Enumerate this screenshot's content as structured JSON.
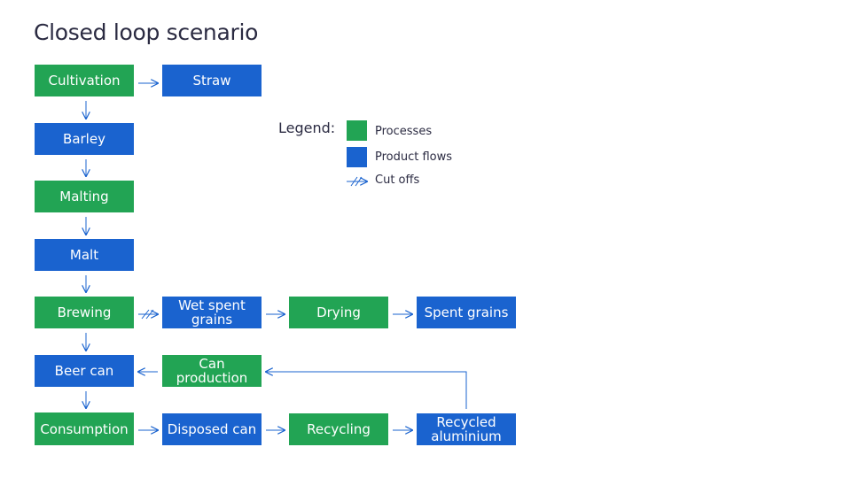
{
  "title": "Closed loop scenario",
  "colors": {
    "process": "#22a454",
    "product_flow": "#1a63cf",
    "arrow": "#1a63cf",
    "title_text": "#2b2b42"
  },
  "nodes": {
    "cultivation": {
      "label": "Cultivation",
      "kind": "process"
    },
    "straw": {
      "label": "Straw",
      "kind": "product_flow"
    },
    "barley": {
      "label": "Barley",
      "kind": "product_flow"
    },
    "malting": {
      "label": "Malting",
      "kind": "process"
    },
    "malt": {
      "label": "Malt",
      "kind": "product_flow"
    },
    "brewing": {
      "label": "Brewing",
      "kind": "process"
    },
    "wet_spent_grains": {
      "label": "Wet spent grains",
      "kind": "product_flow"
    },
    "drying": {
      "label": "Drying",
      "kind": "process"
    },
    "spent_grains": {
      "label": "Spent grains",
      "kind": "product_flow"
    },
    "beer_can": {
      "label": "Beer can",
      "kind": "product_flow"
    },
    "can_production": {
      "label": "Can production",
      "kind": "process"
    },
    "consumption": {
      "label": "Consumption",
      "kind": "process"
    },
    "disposed_can": {
      "label": "Disposed can",
      "kind": "product_flow"
    },
    "recycling": {
      "label": "Recycling",
      "kind": "process"
    },
    "recycled_aluminium": {
      "label": "Recycled aluminium",
      "kind": "product_flow"
    }
  },
  "edges": [
    {
      "from": "cultivation",
      "to": "straw",
      "type": "flow"
    },
    {
      "from": "cultivation",
      "to": "barley",
      "type": "flow"
    },
    {
      "from": "barley",
      "to": "malting",
      "type": "flow"
    },
    {
      "from": "malting",
      "to": "malt",
      "type": "flow"
    },
    {
      "from": "malt",
      "to": "brewing",
      "type": "flow"
    },
    {
      "from": "brewing",
      "to": "wet_spent_grains",
      "type": "cut-off"
    },
    {
      "from": "wet_spent_grains",
      "to": "drying",
      "type": "flow"
    },
    {
      "from": "drying",
      "to": "spent_grains",
      "type": "flow"
    },
    {
      "from": "brewing",
      "to": "beer_can",
      "type": "flow"
    },
    {
      "from": "can_production",
      "to": "beer_can",
      "type": "flow"
    },
    {
      "from": "beer_can",
      "to": "consumption",
      "type": "flow"
    },
    {
      "from": "consumption",
      "to": "disposed_can",
      "type": "flow"
    },
    {
      "from": "disposed_can",
      "to": "recycling",
      "type": "flow"
    },
    {
      "from": "recycling",
      "to": "recycled_aluminium",
      "type": "flow"
    },
    {
      "from": "recycled_aluminium",
      "to": "can_production",
      "type": "flow"
    }
  ],
  "legend": {
    "title": "Legend:",
    "processes": "Processes",
    "product_flows": "Product flows",
    "cut_offs": "Cut offs"
  }
}
